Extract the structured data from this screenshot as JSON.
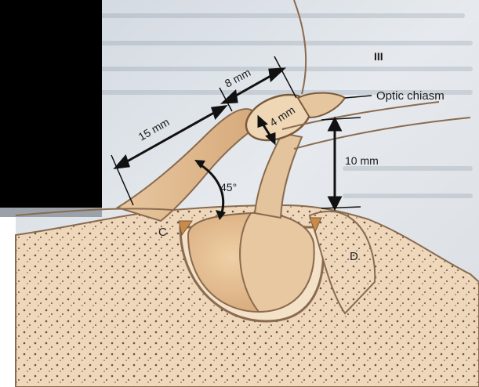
{
  "figure": {
    "labels": {
      "roman": "III",
      "optic_chiasm": "Optic chiasm",
      "dim_8": "8 mm",
      "dim_4": "4 mm",
      "dim_15": "15 mm",
      "dim_10": "10 mm",
      "angle": "45°",
      "region_c": "C",
      "region_d": "D"
    },
    "colors": {
      "bone": "#e9cfae",
      "bone_outline": "#8a6b4f",
      "pituitary": "#dfb88c",
      "pituitary_dark": "#c99a68",
      "nerve": "#d9b38a",
      "background_page": "#dfe4ea",
      "dark_panel": "#000000",
      "arrow": "#111111"
    }
  }
}
